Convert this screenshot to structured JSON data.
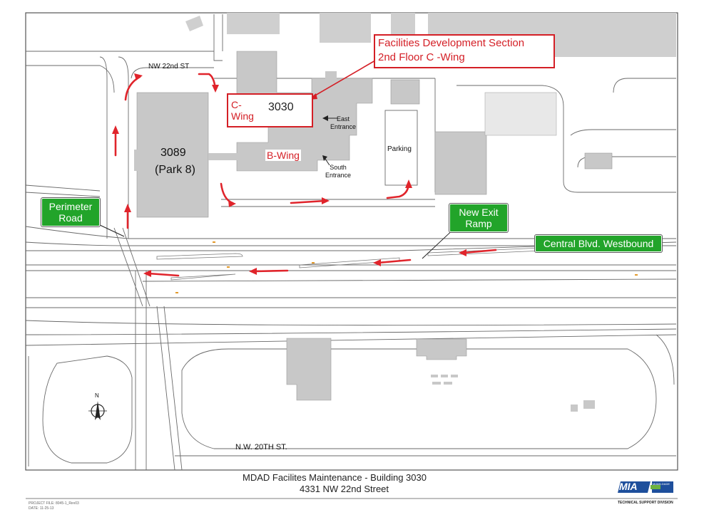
{
  "map": {
    "streets": {
      "nw22": "NW 22nd ST",
      "nw20": "N.W. 20TH ST."
    },
    "buildings": {
      "b3089_num": "3089",
      "b3089_name": "(Park 8)",
      "b3030_num": "3030",
      "cwing": "C-\nWing",
      "bwing": "B-Wing",
      "parking": "Parking"
    },
    "entrances": {
      "east": "East\nEntrance",
      "south": "South\nEntrance"
    },
    "callout": {
      "line1": "Facilities Development Section",
      "line2": "2nd Floor C -Wing"
    },
    "green_labels": {
      "perimeter": "Perimeter\nRoad",
      "new_exit": "New Exit\nRamp",
      "central": "Central Blvd. Westbound"
    },
    "north_label": "N"
  },
  "title_block": {
    "title": "MDAD Facilites Maintenance  -  Building 3030",
    "address": "4331 NW 22nd Street",
    "project_file": "PROJECT FILE: 8045-1_Rev03",
    "date": "DATE: 11-25-13",
    "division": "TECHNICAL SUPPORT DIVISION",
    "logo_text": "MIA",
    "logo_sub": "MIAMI-DADE"
  },
  "colors": {
    "arrow": "#e0242b",
    "callout": "#d41f26",
    "label_green": "#22a42a",
    "building": "#c8c8c8",
    "road_line": "#6a6a6a"
  }
}
